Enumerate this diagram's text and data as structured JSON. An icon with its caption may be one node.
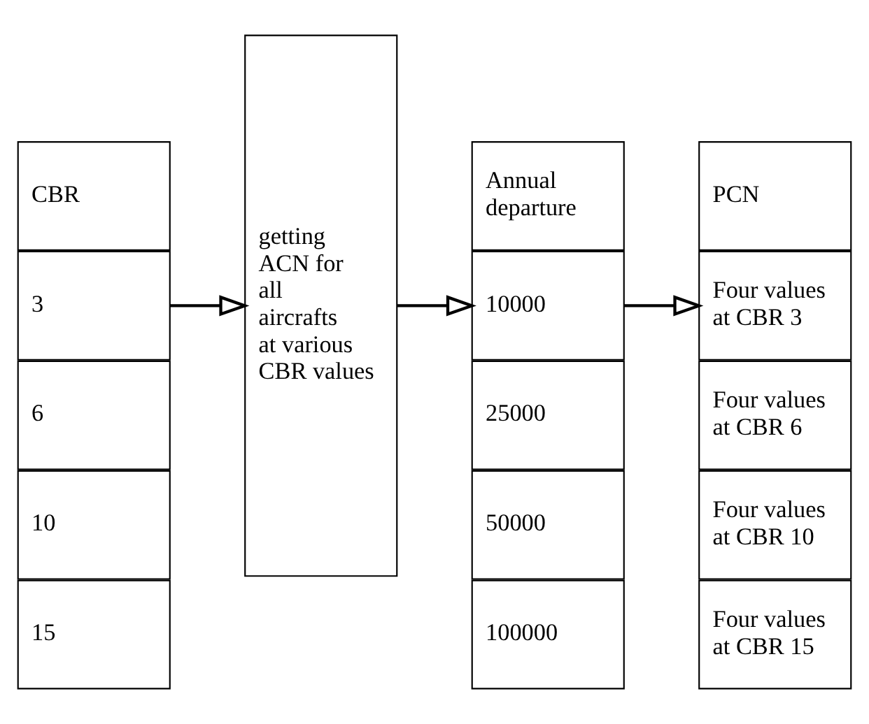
{
  "diagram": {
    "nodes": [
      {
        "text": [
          "CBR"
        ]
      },
      {
        "text": [
          "3"
        ]
      },
      {
        "text": [
          "6"
        ]
      },
      {
        "text": [
          "10"
        ]
      },
      {
        "text": [
          "15"
        ]
      },
      {
        "text": [
          "getting ACN for all aircrafts at various CBR values"
        ]
      },
      {
        "text": [
          "Annual departure"
        ]
      },
      {
        "text": [
          "10000"
        ]
      },
      {
        "text": [
          "25000"
        ]
      },
      {
        "text": [
          "50000"
        ]
      },
      {
        "text": [
          "100000"
        ]
      },
      {
        "text": [
          "PCN"
        ]
      },
      {
        "text": [
          "Four values at CBR 3"
        ]
      },
      {
        "text": [
          "Four values at CBR 6"
        ]
      },
      {
        "text": [
          "Four values at CBR 10"
        ]
      },
      {
        "text": [
          "Four values at CBR 15"
        ]
      }
    ],
    "edges": [
      {
        "from": 1,
        "to": 5,
        "arrow": "to"
      },
      {
        "from": 5,
        "to": 7,
        "arrow": "to"
      },
      {
        "from": 7,
        "to": 12,
        "arrow": "to"
      }
    ]
  }
}
